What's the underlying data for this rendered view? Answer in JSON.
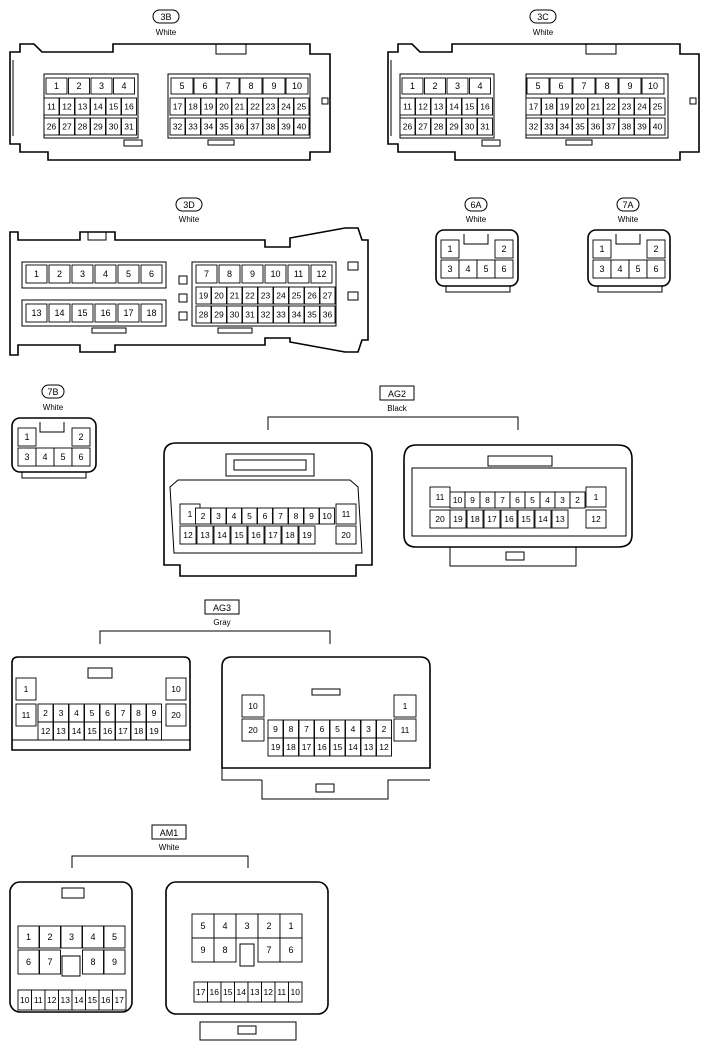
{
  "connectors": {
    "c3b": {
      "tag": "3B",
      "color": "White",
      "rows": [
        [
          "1",
          "2",
          "3",
          "4",
          "",
          "5",
          "6",
          "7",
          "8",
          "9",
          "10"
        ],
        [
          "11",
          "12",
          "13",
          "14",
          "15",
          "16",
          "17",
          "18",
          "19",
          "20",
          "21",
          "22",
          "23",
          "24",
          "25"
        ],
        [
          "26",
          "27",
          "28",
          "29",
          "30",
          "31",
          "32",
          "33",
          "34",
          "35",
          "36",
          "37",
          "38",
          "39",
          "40"
        ]
      ]
    },
    "c3c": {
      "tag": "3C",
      "color": "White",
      "rows": [
        [
          "1",
          "2",
          "3",
          "4",
          "",
          "5",
          "6",
          "7",
          "8",
          "9",
          "10"
        ],
        [
          "11",
          "12",
          "13",
          "14",
          "15",
          "16",
          "17",
          "18",
          "19",
          "20",
          "21",
          "22",
          "23",
          "24",
          "25"
        ],
        [
          "26",
          "27",
          "28",
          "29",
          "30",
          "31",
          "32",
          "33",
          "34",
          "35",
          "36",
          "37",
          "38",
          "39",
          "40"
        ]
      ]
    },
    "c3d": {
      "tag": "3D",
      "color": "White",
      "row1": [
        "1",
        "2",
        "3",
        "4",
        "5",
        "6",
        "7",
        "8",
        "9",
        "10",
        "11",
        "12"
      ],
      "row2": [
        "19",
        "20",
        "21",
        "22",
        "23",
        "24",
        "25",
        "26",
        "27"
      ],
      "row3": [
        "13",
        "14",
        "15",
        "16",
        "17",
        "18",
        "28",
        "29",
        "30",
        "31",
        "32",
        "33",
        "34",
        "35",
        "36"
      ]
    },
    "c6a": {
      "tag": "6A",
      "color": "White",
      "pins": [
        "1",
        "2",
        "3",
        "4",
        "5",
        "6"
      ]
    },
    "c7a": {
      "tag": "7A",
      "color": "White",
      "pins": [
        "1",
        "2",
        "3",
        "4",
        "5",
        "6"
      ]
    },
    "c7b": {
      "tag": "7B",
      "color": "White",
      "pins": [
        "1",
        "2",
        "3",
        "4",
        "5",
        "6"
      ]
    },
    "ag2": {
      "tag": "AG2",
      "color": "Black",
      "left_top": [
        "1",
        "2",
        "3",
        "4",
        "5",
        "6",
        "7",
        "8",
        "9",
        "10",
        "11"
      ],
      "left_bottom": [
        "12",
        "13",
        "14",
        "15",
        "16",
        "17",
        "18",
        "19",
        "20"
      ],
      "right_top": [
        "11",
        "10",
        "9",
        "8",
        "7",
        "6",
        "5",
        "4",
        "3",
        "2",
        "1"
      ],
      "right_bottom": [
        "20",
        "19",
        "18",
        "17",
        "16",
        "15",
        "14",
        "13",
        "12"
      ]
    },
    "ag3": {
      "tag": "AG3",
      "color": "Gray",
      "left_outer": [
        "1",
        "11",
        "10",
        "20"
      ],
      "left_top": [
        "2",
        "3",
        "4",
        "5",
        "6",
        "7",
        "8",
        "9"
      ],
      "left_bottom": [
        "12",
        "13",
        "14",
        "15",
        "16",
        "17",
        "18",
        "19"
      ],
      "right_outer": [
        "10",
        "20",
        "1",
        "11"
      ],
      "right_top": [
        "9",
        "8",
        "7",
        "6",
        "5",
        "4",
        "3",
        "2"
      ],
      "right_bottom": [
        "19",
        "18",
        "17",
        "16",
        "15",
        "14",
        "13",
        "12"
      ]
    },
    "am1": {
      "tag": "AM1",
      "color": "White",
      "left_r1": [
        "1",
        "2",
        "3",
        "4",
        "5"
      ],
      "left_r2": [
        "6",
        "7",
        "8",
        "9"
      ],
      "left_r3": [
        "10",
        "11",
        "12",
        "13",
        "14",
        "15",
        "16",
        "17"
      ],
      "right_r1": [
        "5",
        "4",
        "3",
        "2",
        "1"
      ],
      "right_r2": [
        "9",
        "8",
        "7",
        "6"
      ],
      "right_r3": [
        "17",
        "16",
        "15",
        "14",
        "13",
        "12",
        "11",
        "10"
      ]
    }
  }
}
